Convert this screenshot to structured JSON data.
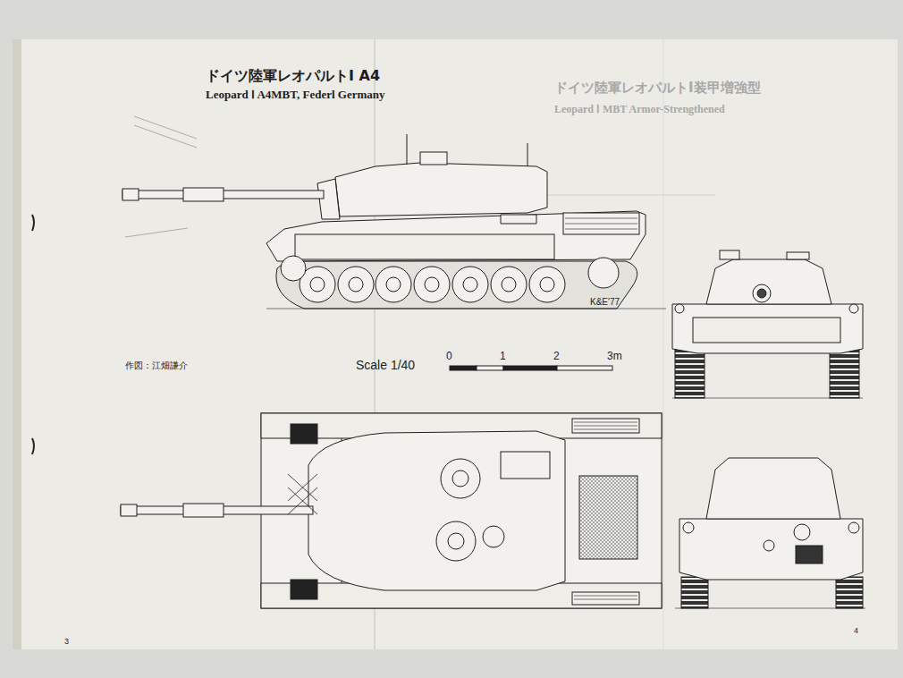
{
  "diagram": {
    "title": "ドイツ陸軍レオパルトⅠ A4",
    "labels": [
      "Leopard Ⅰ A4MBT, Federl Germany",
      "ドイツ陸軍レオパルトⅠ装甲増強型",
      "Leopard Ⅰ MBT Armor-Strengthened",
      "K&E'77",
      "作図：江畑謙介",
      "Scale 1/40",
      "0",
      "1",
      "2",
      "3m",
      "3",
      "4"
    ]
  }
}
